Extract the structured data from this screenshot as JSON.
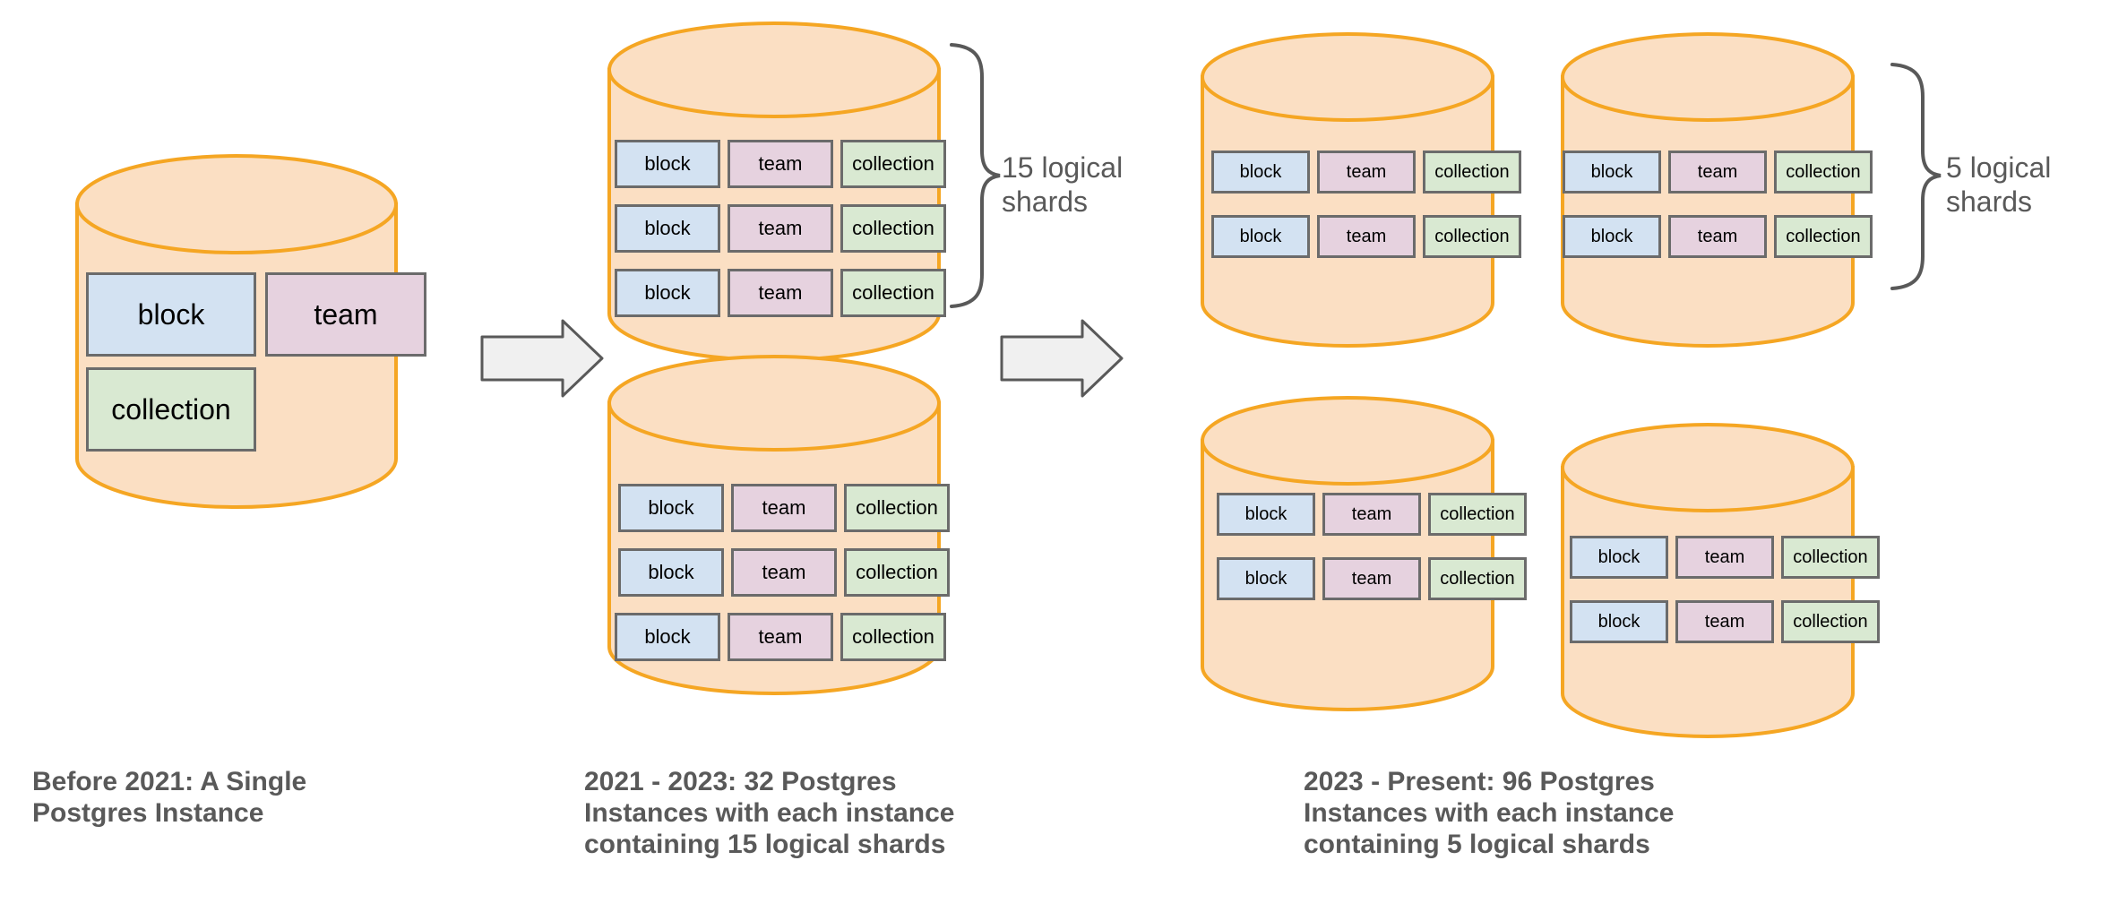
{
  "diagram": {
    "title_semantic": "notion-postgres-sharding-evolution",
    "colors": {
      "cylinder_fill": "#fbdfc3",
      "cylinder_stroke": "#f5a623",
      "shard_border": "#6b6b6b",
      "block_fill": "#d3e2f2",
      "team_fill": "#e6d2df",
      "collection_fill": "#d9e9d2",
      "arrow_fill": "#f0f0f0",
      "arrow_stroke": "#595959",
      "text": "#595959",
      "brace_stroke": "#595959",
      "background": "#ffffff"
    },
    "shard_labels": {
      "block": "block",
      "team": "team",
      "collection": "collection"
    },
    "panels": [
      {
        "id": "panel-before-2021",
        "caption": "Before 2021: A Single\nPostgres Instance",
        "instance_count_text": "A Single",
        "cylinders": [
          {
            "id": "cylinder-1",
            "rows": [
              [
                "block",
                "team"
              ],
              [
                "collection"
              ]
            ]
          }
        ]
      },
      {
        "id": "panel-2021-2023",
        "caption": "2021 - 2023: 32 Postgres\nInstances with each instance\ncontaining 15 logical shards",
        "brace_label": "15 logical\nshards",
        "cylinders": [
          {
            "id": "cylinder-2-top",
            "rows": [
              [
                "block",
                "team",
                "collection"
              ],
              [
                "block",
                "team",
                "collection"
              ],
              [
                "block",
                "team",
                "collection"
              ]
            ]
          },
          {
            "id": "cylinder-2-bottom",
            "rows": [
              [
                "block",
                "team",
                "collection"
              ],
              [
                "block",
                "team",
                "collection"
              ],
              [
                "block",
                "team",
                "collection"
              ]
            ]
          }
        ]
      },
      {
        "id": "panel-2023-present",
        "caption": "2023 - Present: 96 Postgres\nInstances with each instance\ncontaining 5 logical shards",
        "brace_label": "5 logical\nshards",
        "cylinders": [
          {
            "id": "cylinder-3-top-left",
            "rows": [
              [
                "block",
                "team",
                "collection"
              ],
              [
                "block",
                "team",
                "collection"
              ]
            ]
          },
          {
            "id": "cylinder-3-top-right",
            "rows": [
              [
                "block",
                "team",
                "collection"
              ],
              [
                "block",
                "team",
                "collection"
              ]
            ]
          },
          {
            "id": "cylinder-3-bottom-left",
            "rows": [
              [
                "block",
                "team",
                "collection"
              ],
              [
                "block",
                "team",
                "collection"
              ]
            ]
          },
          {
            "id": "cylinder-3-bottom-right",
            "rows": [
              [
                "block",
                "team",
                "collection"
              ],
              [
                "block",
                "team",
                "collection"
              ]
            ]
          }
        ]
      }
    ],
    "arrows": [
      {
        "id": "arrow-1",
        "direction": "right"
      },
      {
        "id": "arrow-2",
        "direction": "right"
      }
    ],
    "captions": {
      "panel1": "Before 2021: A Single\nPostgres Instance",
      "panel2": "2021 - 2023: 32 Postgres\nInstances with each instance\ncontaining 15 logical shards",
      "panel3": "2023 - Present: 96 Postgres\nInstances with each instance\ncontaining 5 logical shards"
    },
    "brace_labels": {
      "panel2": "15 logical\nshards",
      "panel3": "5 logical\nshards"
    }
  }
}
